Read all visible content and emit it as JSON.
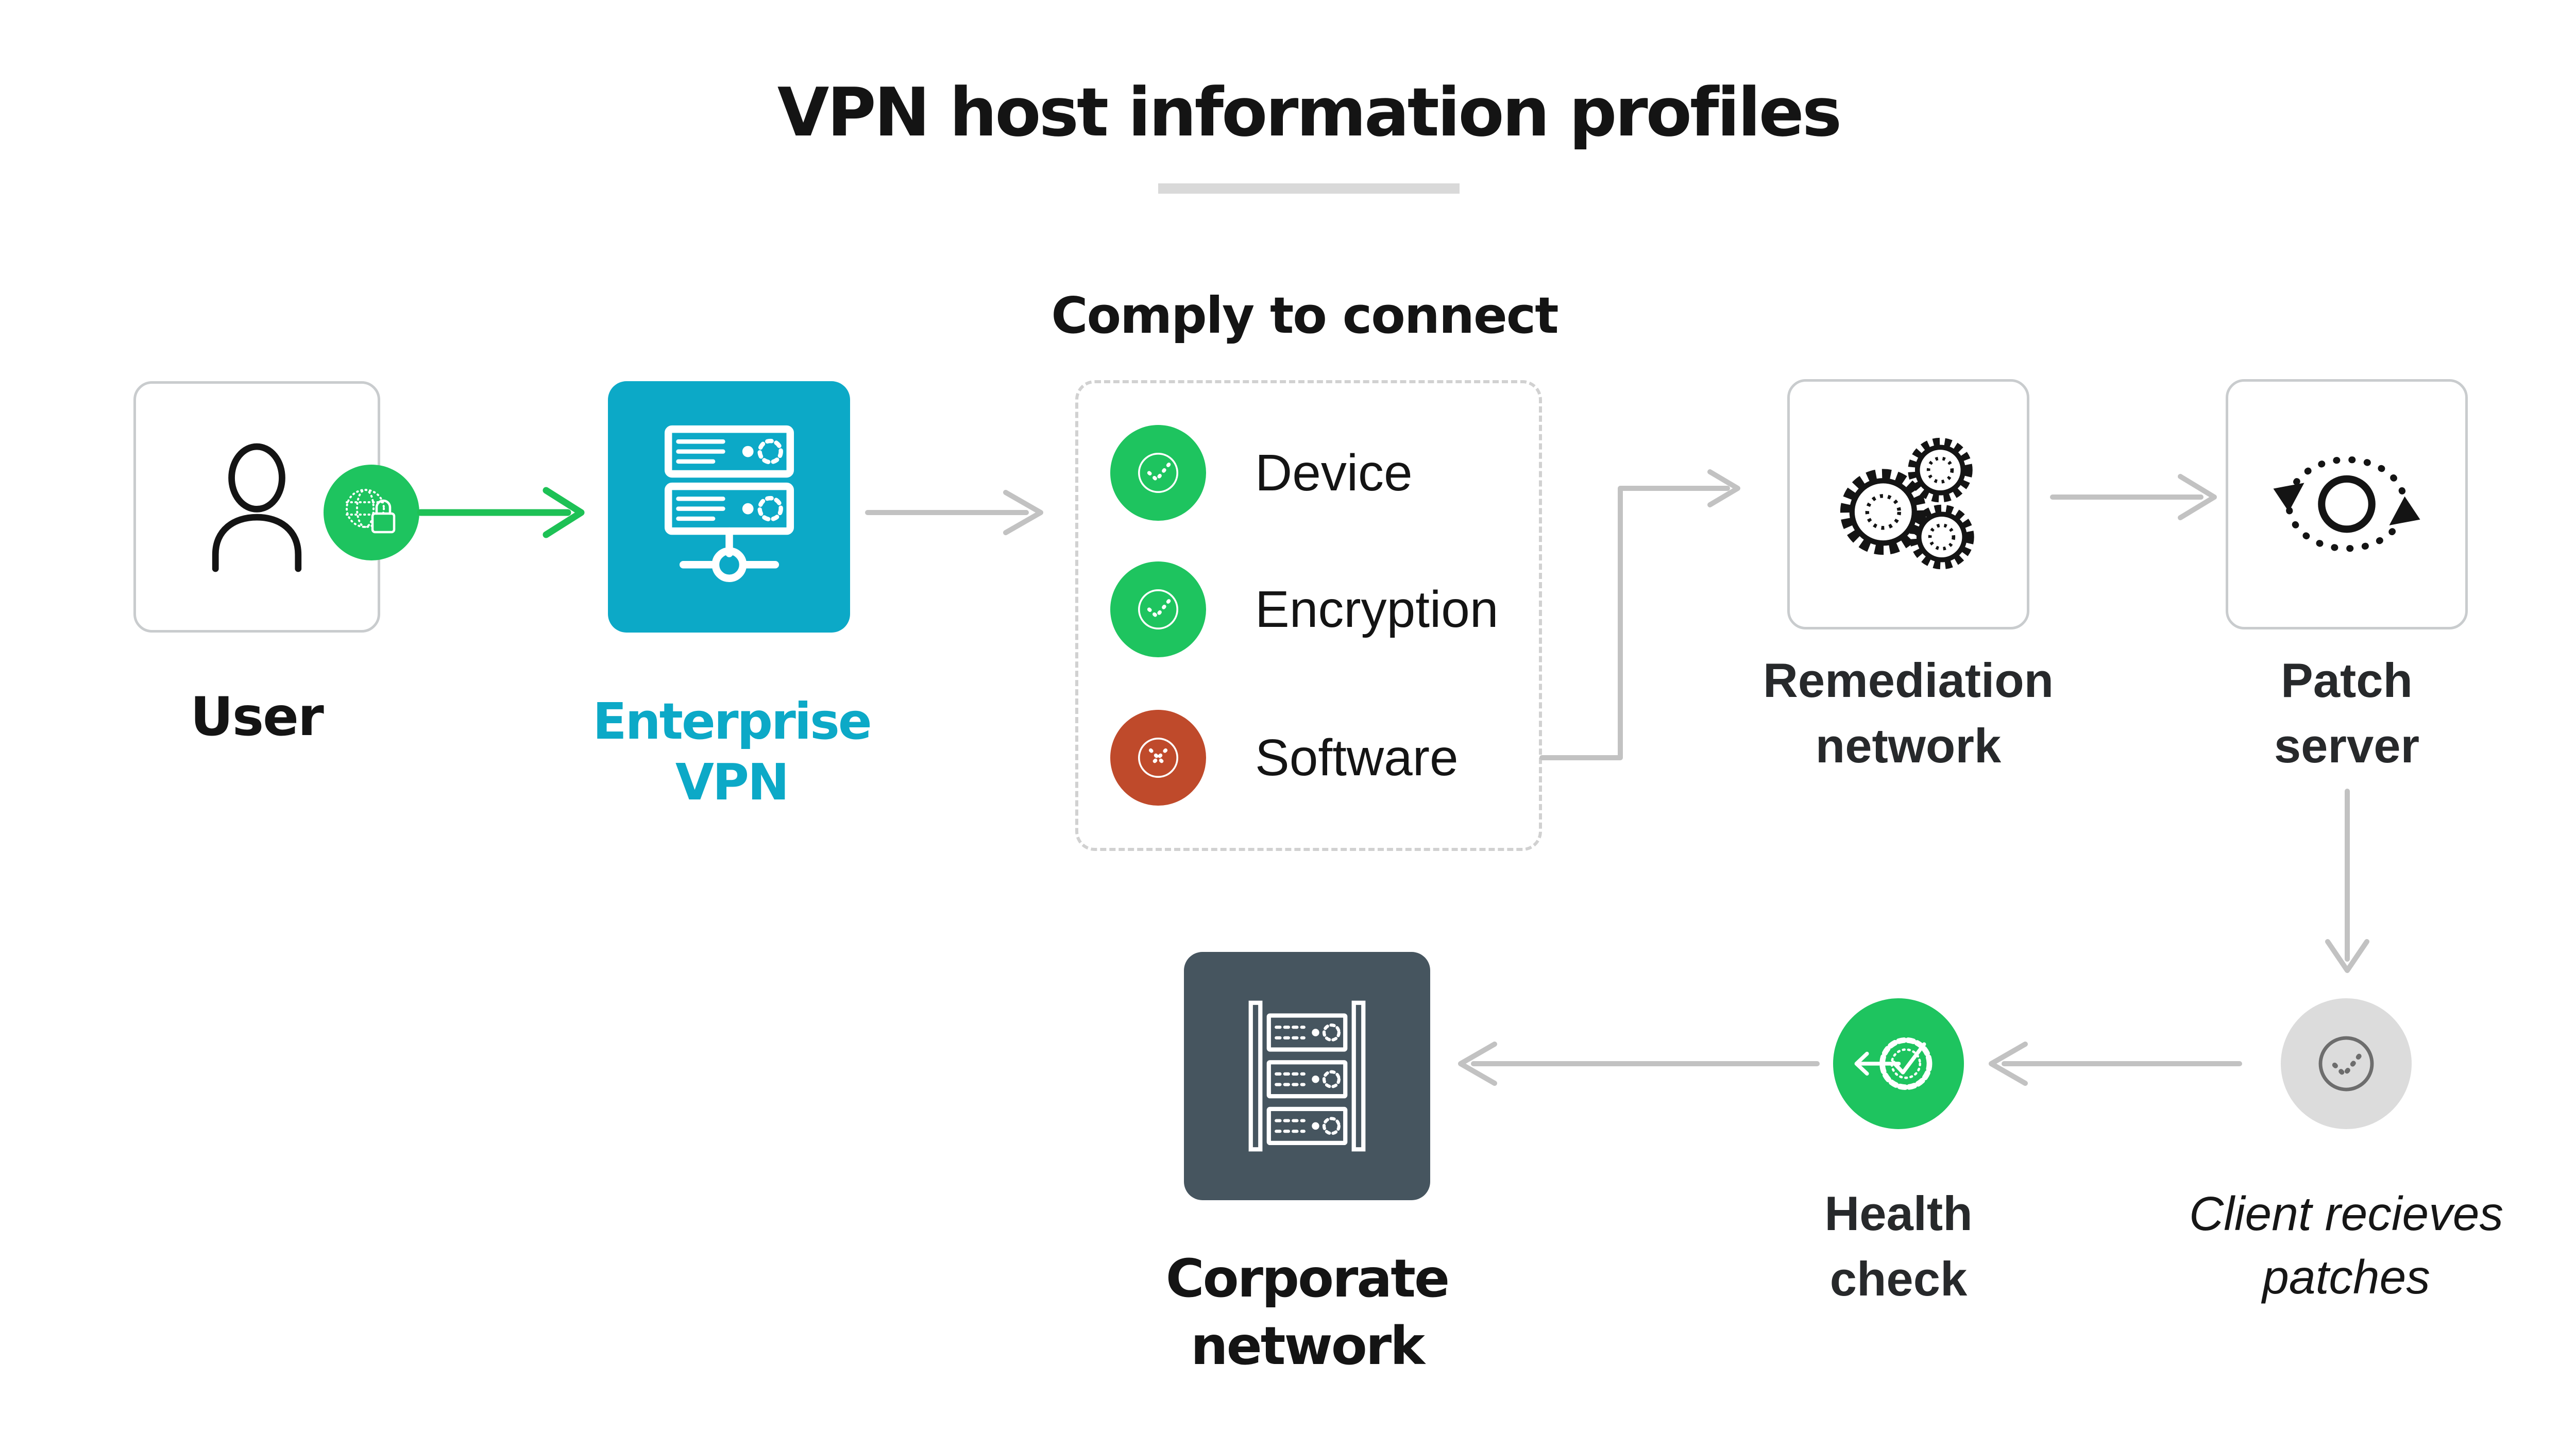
{
  "title": "VPN host information profiles",
  "colors": {
    "teal": "#0ca9c7",
    "green": "#1ec45f",
    "red": "#bf4a2b",
    "slate": "#46555f",
    "arrow_gray": "#c2c2c2",
    "box_border_gray": "#c9ccce",
    "client_circle_gray": "#dcdcdc",
    "divider_gray": "#d9d9d9"
  },
  "nodes": {
    "user": {
      "label": "User",
      "icon": "person-icon",
      "badge_icon": "globe-lock-icon"
    },
    "enterprise_vpn": {
      "lines": [
        "Enterprise",
        "VPN"
      ],
      "icon": "vpn-server-icon"
    },
    "comply": {
      "heading": "Comply to connect",
      "items": [
        {
          "label": "Device",
          "status": "pass",
          "icon": "dotted-check-icon"
        },
        {
          "label": "Encryption",
          "status": "pass",
          "icon": "dotted-check-icon"
        },
        {
          "label": "Software",
          "status": "fail",
          "icon": "dotted-x-icon"
        }
      ]
    },
    "remediation": {
      "lines": [
        "Remediation",
        "network"
      ],
      "icon": "gears-icon"
    },
    "patch_server": {
      "lines": [
        "Patch",
        "server"
      ],
      "icon": "sync-icon"
    },
    "client_patches": {
      "lines": [
        "Client recieves",
        "patches"
      ],
      "icon": "check-circle-icon"
    },
    "health_check": {
      "lines": [
        "Health",
        "check"
      ],
      "icon": "gear-check-arrow-icon"
    },
    "corporate": {
      "lines": [
        "Corporate",
        "network"
      ],
      "icon": "server-rack-icon"
    }
  }
}
